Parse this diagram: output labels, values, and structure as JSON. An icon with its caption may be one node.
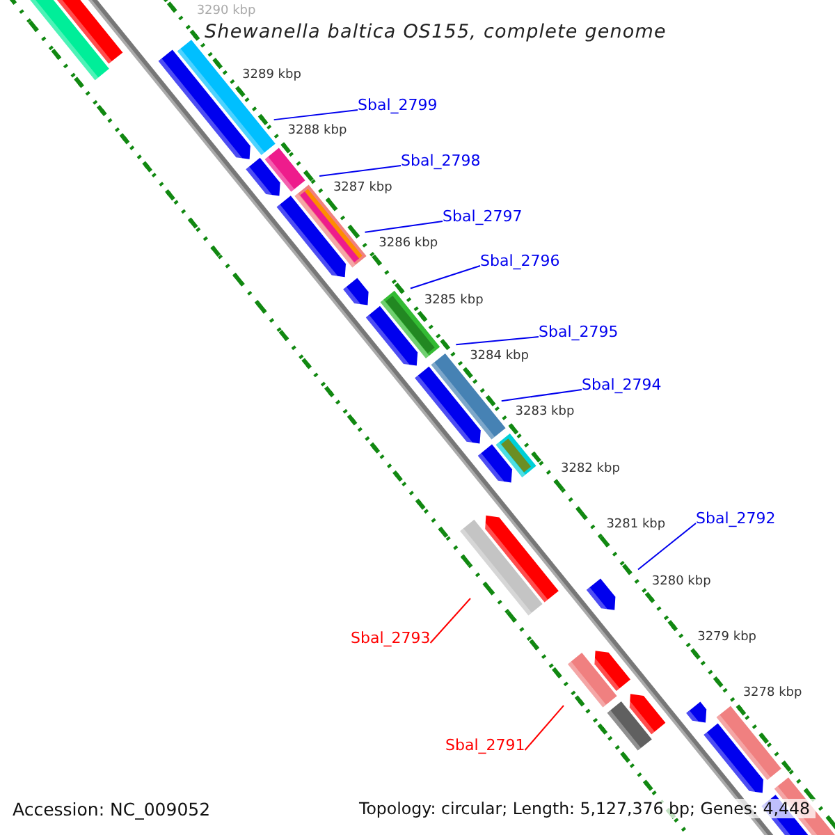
{
  "diagram": {
    "title": "Shewanella baltica OS155, complete genome",
    "nodes": [
      {
        "text": [
          "Sbal_2799"
        ]
      },
      {
        "text": [
          "Sbal_2798"
        ]
      },
      {
        "text": [
          "Sbal_2797"
        ]
      },
      {
        "text": [
          "Sbal_2796"
        ]
      },
      {
        "text": [
          "Sbal_2795"
        ]
      },
      {
        "text": [
          "Sbal_2794"
        ]
      },
      {
        "text": [
          "Sbal_2792"
        ]
      },
      {
        "text": [
          "Sbal_2793"
        ]
      },
      {
        "text": [
          "Sbal_2791"
        ]
      }
    ],
    "edges": [
      {
        "from": 0,
        "to": null,
        "arrow": "none"
      },
      {
        "from": 1,
        "to": null,
        "arrow": "none"
      },
      {
        "from": 2,
        "to": null,
        "arrow": "none"
      },
      {
        "from": 3,
        "to": null,
        "arrow": "none"
      },
      {
        "from": 4,
        "to": null,
        "arrow": "none"
      },
      {
        "from": 5,
        "to": null,
        "arrow": "none"
      },
      {
        "from": 6,
        "to": null,
        "arrow": "none"
      },
      {
        "from": 7,
        "to": null,
        "arrow": "none",
        "color": "#ff0000"
      },
      {
        "from": 8,
        "to": null,
        "arrow": "none",
        "color": "#ff0000"
      }
    ],
    "labels": [
      "3290 kbp",
      "3289 kbp",
      "3288 kbp",
      "3287 kbp",
      "3286 kbp",
      "3285 kbp",
      "3284 kbp",
      "3283 kbp",
      "3282 kbp",
      "3281 kbp",
      "3280 kbp",
      "3279 kbp",
      "3278 kbp",
      "Accession: NC_009052",
      "Topology: circular; Length: 5,127,376 bp; Genes: 4,448"
    ]
  }
}
